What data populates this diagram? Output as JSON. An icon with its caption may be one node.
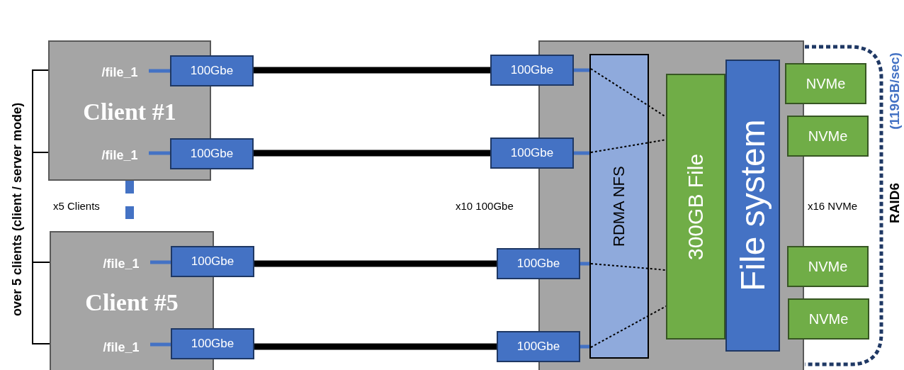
{
  "diagram": {
    "nodes": [
      {
        "text": [
          "Client #1"
        ]
      },
      {
        "text": [
          "/file_1"
        ],
        "in": 0
      },
      {
        "text": [
          "100Gbe"
        ]
      },
      {
        "text": [
          "/file_1"
        ],
        "in": 0
      },
      {
        "text": [
          "100Gbe"
        ]
      },
      {
        "text": [
          "Client #5"
        ]
      },
      {
        "text": [
          "/file_1"
        ],
        "in": 5
      },
      {
        "text": [
          "100Gbe"
        ]
      },
      {
        "text": [
          "/file_1"
        ],
        "in": 5
      },
      {
        "text": [
          "100Gbe"
        ]
      },
      {
        "text": [],
        "shape": "box"
      },
      {
        "text": [
          "100Gbe"
        ]
      },
      {
        "text": [
          "100Gbe"
        ]
      },
      {
        "text": [
          "100Gbe"
        ]
      },
      {
        "text": [
          "100Gbe"
        ]
      },
      {
        "text": [
          "RDMA NFS"
        ],
        "in": 10
      },
      {
        "text": [
          "300GB File"
        ],
        "in": 10
      },
      {
        "text": [
          "File system"
        ],
        "in": 10
      },
      {
        "text": [
          "NVMe"
        ]
      },
      {
        "text": [
          "NVMe"
        ]
      },
      {
        "text": [
          "NVMe"
        ]
      },
      {
        "text": [
          "NVMe"
        ]
      }
    ],
    "edges": [
      {
        "from": 1,
        "to": 2,
        "arrow": "none"
      },
      {
        "from": 3,
        "to": 4,
        "arrow": "none"
      },
      {
        "from": 6,
        "to": 7,
        "arrow": "none"
      },
      {
        "from": 8,
        "to": 9,
        "arrow": "none"
      },
      {
        "from": 2,
        "to": 11,
        "arrow": "none",
        "style": "thick",
        "color": "#000000"
      },
      {
        "from": 4,
        "to": 12,
        "arrow": "none",
        "style": "thick",
        "color": "#000000"
      },
      {
        "from": 7,
        "to": 13,
        "arrow": "none",
        "style": "thick",
        "color": "#000000"
      },
      {
        "from": 9,
        "to": 14,
        "arrow": "none",
        "style": "thick",
        "color": "#000000"
      },
      {
        "from": 11,
        "to": 15,
        "arrow": "none"
      },
      {
        "from": 12,
        "to": 15,
        "arrow": "none"
      },
      {
        "from": 13,
        "to": 15,
        "arrow": "none"
      },
      {
        "from": 14,
        "to": 15,
        "arrow": "none"
      },
      {
        "from": 15,
        "to": 16,
        "arrow": "none",
        "style": "dashed",
        "color": "#000000"
      },
      {
        "from": 15,
        "to": 16,
        "arrow": "none",
        "style": "dashed",
        "color": "#000000"
      },
      {
        "from": 15,
        "to": 16,
        "arrow": "none",
        "style": "dashed",
        "color": "#000000"
      },
      {
        "from": 15,
        "to": 16,
        "arrow": "none",
        "style": "dashed",
        "color": "#000000"
      },
      {
        "from": 0,
        "to": 5,
        "arrow": "none",
        "style": "dashed"
      }
    ],
    "labels": [
      "x5 Clients",
      "over 5 clients (client / server mode)",
      "x10 100Gbe",
      "x16 NVMe",
      "RAID6",
      "(119GB/sec)"
    ]
  }
}
